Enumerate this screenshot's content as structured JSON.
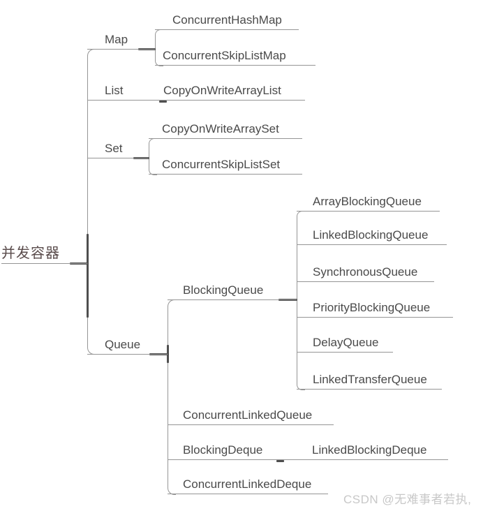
{
  "root": {
    "label": "并发容器"
  },
  "tree": {
    "map": {
      "label": "Map",
      "children": [
        {
          "label": "ConcurrentHashMap"
        },
        {
          "label": "ConcurrentSkipListMap"
        }
      ]
    },
    "list": {
      "label": "List",
      "children": [
        {
          "label": "CopyOnWriteArrayList"
        }
      ]
    },
    "set": {
      "label": "Set",
      "children": [
        {
          "label": "CopyOnWriteArraySet"
        },
        {
          "label": "ConcurrentSkipListSet"
        }
      ]
    },
    "queue": {
      "label": "Queue",
      "children": [
        {
          "label": "BlockingQueue",
          "children": [
            {
              "label": "ArrayBlockingQueue"
            },
            {
              "label": "LinkedBlockingQueue"
            },
            {
              "label": "SynchronousQueue"
            },
            {
              "label": "PriorityBlockingQueue"
            },
            {
              "label": "DelayQueue"
            },
            {
              "label": "LinkedTransferQueue"
            }
          ]
        },
        {
          "label": "ConcurrentLinkedQueue"
        },
        {
          "label": "BlockingDeque",
          "children": [
            {
              "label": "LinkedBlockingDeque"
            }
          ]
        },
        {
          "label": "ConcurrentLinkedDeque"
        }
      ]
    }
  },
  "watermark": {
    "text": "CSDN @无难事者若执,"
  },
  "colors": {
    "line": "#959595",
    "joint": "#4f4f4f",
    "node_text": "#4a4a4a",
    "root_text": "#5a4c4c",
    "watermark": "#c8c8c8",
    "background": "#ffffff"
  }
}
